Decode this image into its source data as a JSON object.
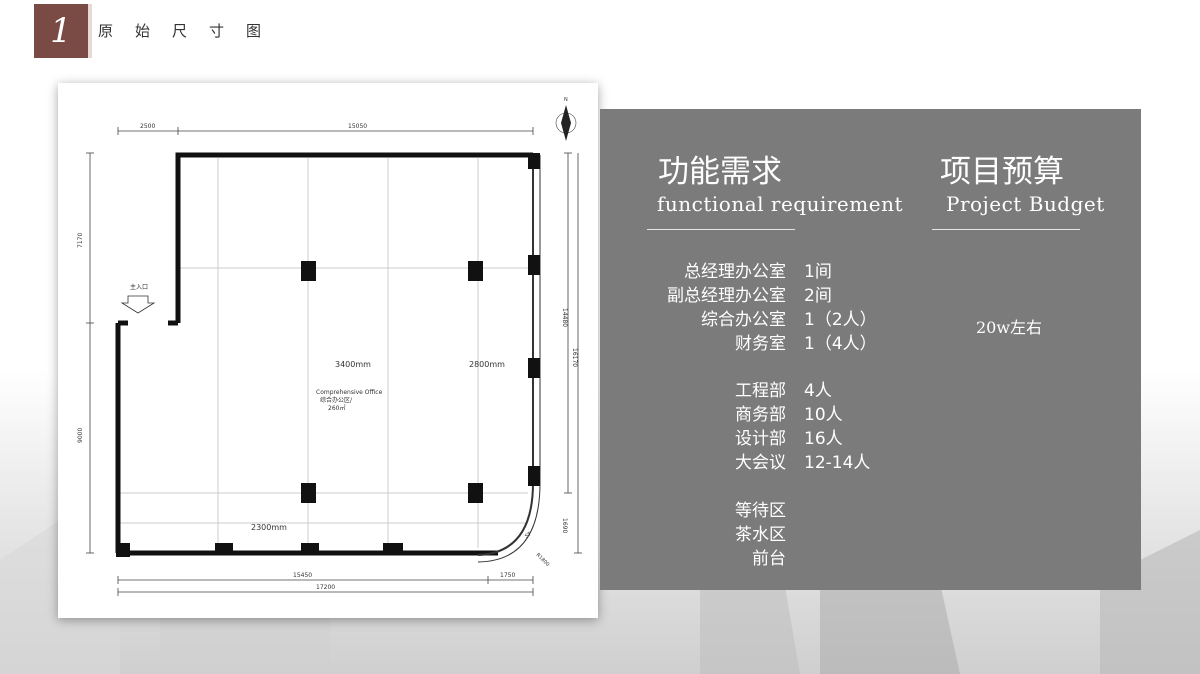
{
  "header": {
    "number": "1",
    "title": "原始尺寸图"
  },
  "plan": {
    "dimensions": {
      "top_left": "2500",
      "top_main": "15050",
      "bottom_first": "15450",
      "bottom_second": "1750",
      "bottom_total": "17200",
      "left_upper": "7170",
      "left_lower": "9000",
      "right_main": "14480",
      "right_total": "16170",
      "right_lower": "1690",
      "corner_1": "R1800",
      "corner_2": "ST"
    },
    "entrance_label": "主入口",
    "center_label_en": "Comprehensive Office",
    "center_label_zh": "综合办公区/",
    "center_area": "260㎡",
    "span_1": "3400mm",
    "span_2": "2800mm",
    "span_3": "2300mm",
    "north_label": "N"
  },
  "requirements": {
    "title_zh": "功能需求",
    "title_en": "functional requirement",
    "items": [
      {
        "label": "总经理办公室",
        "value": "1间"
      },
      {
        "label": "副总经理办公室",
        "value": "2间"
      },
      {
        "label": "综合办公室",
        "value": "1（2人）"
      },
      {
        "label": "财务室",
        "value": "1（4人）"
      },
      {
        "label": "工程部",
        "value": "4人"
      },
      {
        "label": "商务部",
        "value": "10人"
      },
      {
        "label": "设计部",
        "value": "16人"
      },
      {
        "label": "大会议",
        "value": "12-14人"
      },
      {
        "label": "等待区",
        "value": ""
      },
      {
        "label": "茶水区",
        "value": ""
      },
      {
        "label": "前台",
        "value": ""
      }
    ]
  },
  "budget": {
    "title_zh": "项目预算",
    "title_en": "Project Budget",
    "amount": "20w左右"
  }
}
